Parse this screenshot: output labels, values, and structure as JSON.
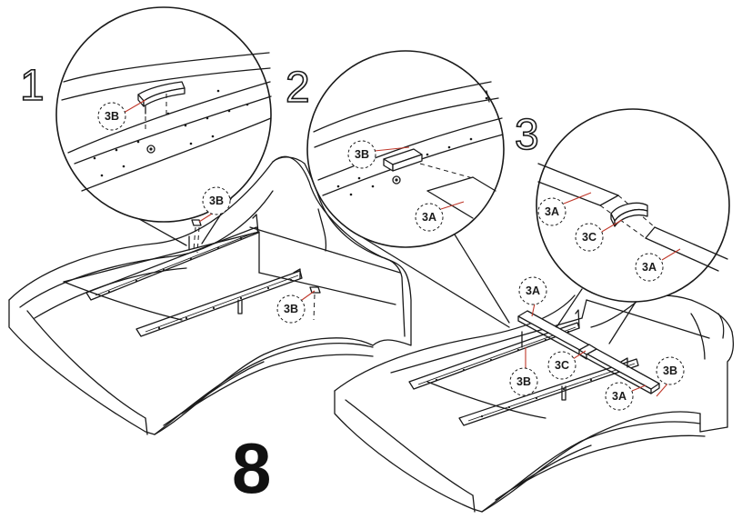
{
  "step_number": "8",
  "panel_numbers": [
    "1",
    "2",
    "3"
  ],
  "callouts": {
    "p1_zoom_3b": "3B",
    "p1_bed_3b_top": "3B",
    "p1_bed_3b_bottom": "3B",
    "p2_zoom_3b": "3B",
    "p2_zoom_3a": "3A",
    "p3_zoom_3a_left": "3A",
    "p3_zoom_3c": "3C",
    "p3_zoom_3a_right": "3A",
    "p3_bed_3a_top": "3A",
    "p3_bed_3b_left": "3B",
    "p3_bed_3c": "3C",
    "p3_bed_3b_right": "3B",
    "p3_bed_3a_right": "3A"
  },
  "colors": {
    "line": "#1a1a1a",
    "leader": "#c0392b",
    "background": "#ffffff"
  }
}
